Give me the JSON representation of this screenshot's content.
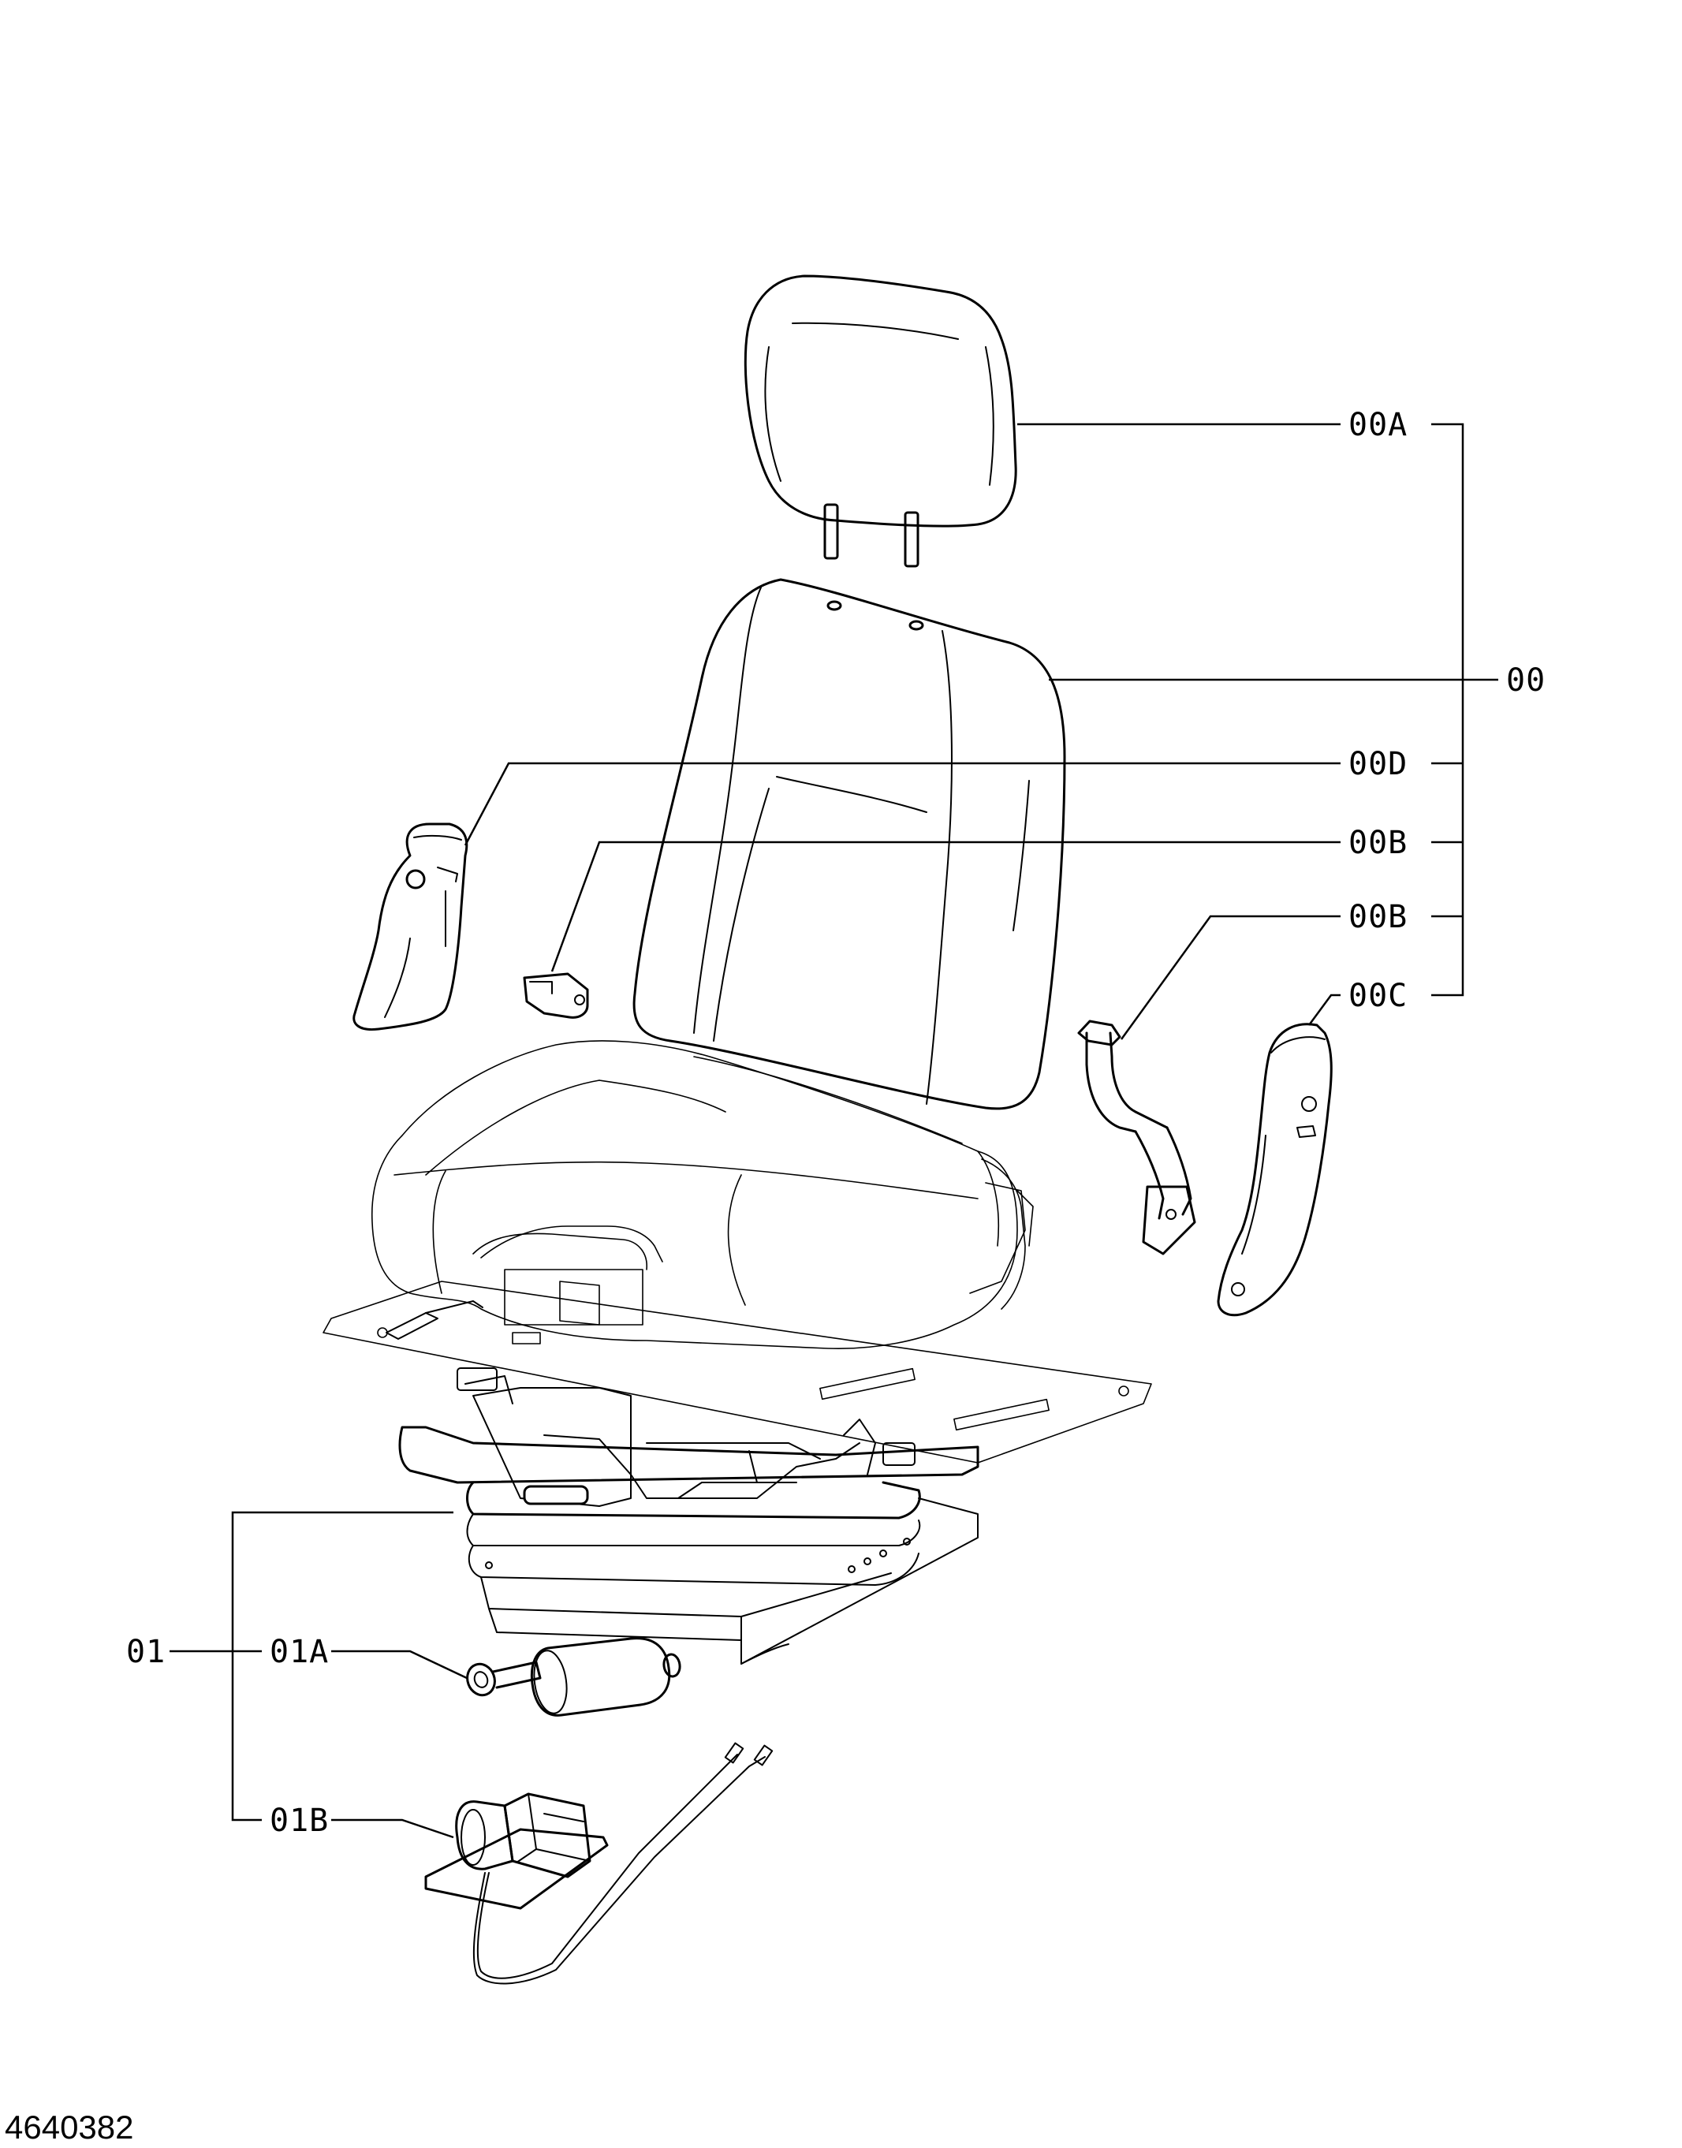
{
  "callouts": {
    "c00A": "00A",
    "c00": "00",
    "c00D": "00D",
    "c00B_top": "00B",
    "c00B_bottom": "00B",
    "c00C": "00C",
    "c01": "01",
    "c01A": "01A",
    "c01B": "01B"
  },
  "figure_number": "4640382"
}
